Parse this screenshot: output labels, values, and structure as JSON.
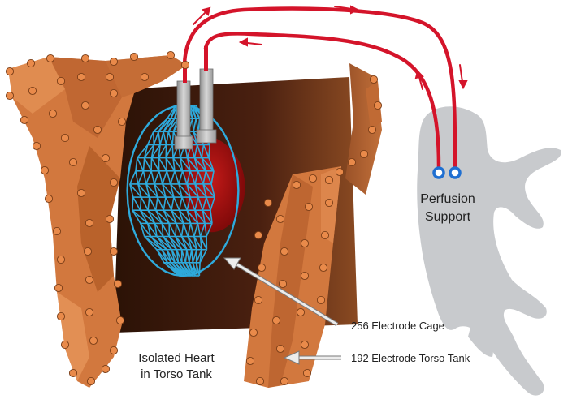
{
  "labels": {
    "perfusion_line1": "Perfusion",
    "perfusion_line2": "Support",
    "electrode_cage": "256 Electrode Cage",
    "torso_tank": "192 Electrode Torso Tank",
    "heart_line1": "Isolated Heart",
    "heart_line2": "in Torso Tank"
  },
  "colors": {
    "tank_orange": "#d2783e",
    "tank_dark": "#5a2a12",
    "electrode": "#e98a4a",
    "cage": "#2eaadc",
    "heart": "#a8100e",
    "tube": "#d4142a",
    "animal": "#c8cacd",
    "port": "#1f6fd1"
  }
}
